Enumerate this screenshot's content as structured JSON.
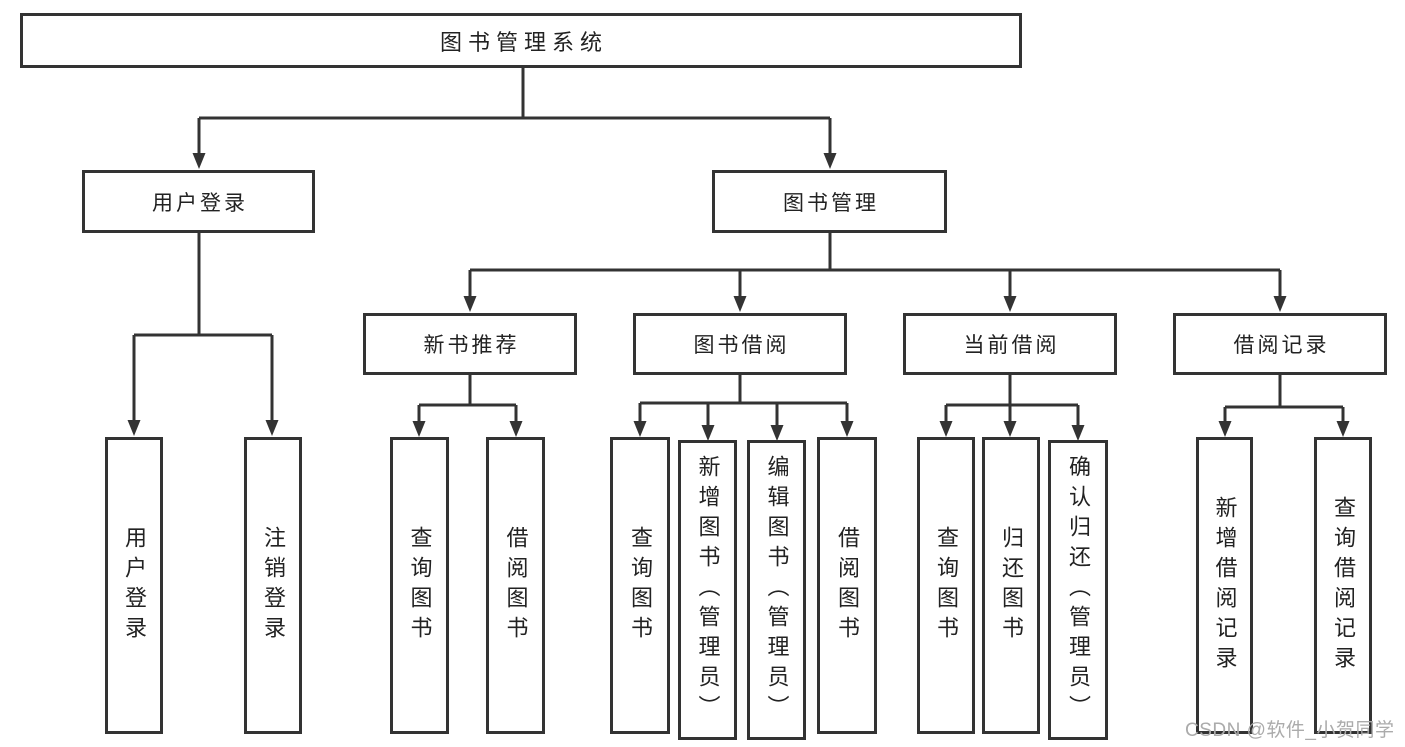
{
  "diagram": {
    "root": {
      "label": "图书管理系统"
    },
    "level2": {
      "user_login": {
        "label": "用户登录"
      },
      "book_management": {
        "label": "图书管理"
      }
    },
    "level3": {
      "new_book_recommend": {
        "label": "新书推荐"
      },
      "book_borrow": {
        "label": "图书借阅"
      },
      "current_borrow": {
        "label": "当前借阅"
      },
      "borrow_records": {
        "label": "借阅记录"
      }
    },
    "leaves": {
      "user_login": {
        "label": "用户登录"
      },
      "logout": {
        "label": "注销登录"
      },
      "nbr_query_book": {
        "label": "查询图书"
      },
      "nbr_borrow_book": {
        "label": "借阅图书"
      },
      "bb_query_book": {
        "label": "查询图书"
      },
      "bb_add_book": {
        "label": "新增图书（管理员）"
      },
      "bb_edit_book": {
        "label": "编辑图书（管理员）"
      },
      "bb_borrow_book": {
        "label": "借阅图书"
      },
      "cb_query_book": {
        "label": "查询图书"
      },
      "cb_return_book": {
        "label": "归还图书"
      },
      "cb_confirm_return": {
        "label": "确认归还（管理员）"
      },
      "br_add_record": {
        "label": "新增借阅记录"
      },
      "br_query_record": {
        "label": "查询借阅记录"
      }
    }
  },
  "watermark": {
    "text": "CSDN @软件_小贺同学"
  },
  "colors": {
    "line": "#333333",
    "text": "#222222",
    "watermark": "#ababab",
    "background": "#ffffff"
  }
}
